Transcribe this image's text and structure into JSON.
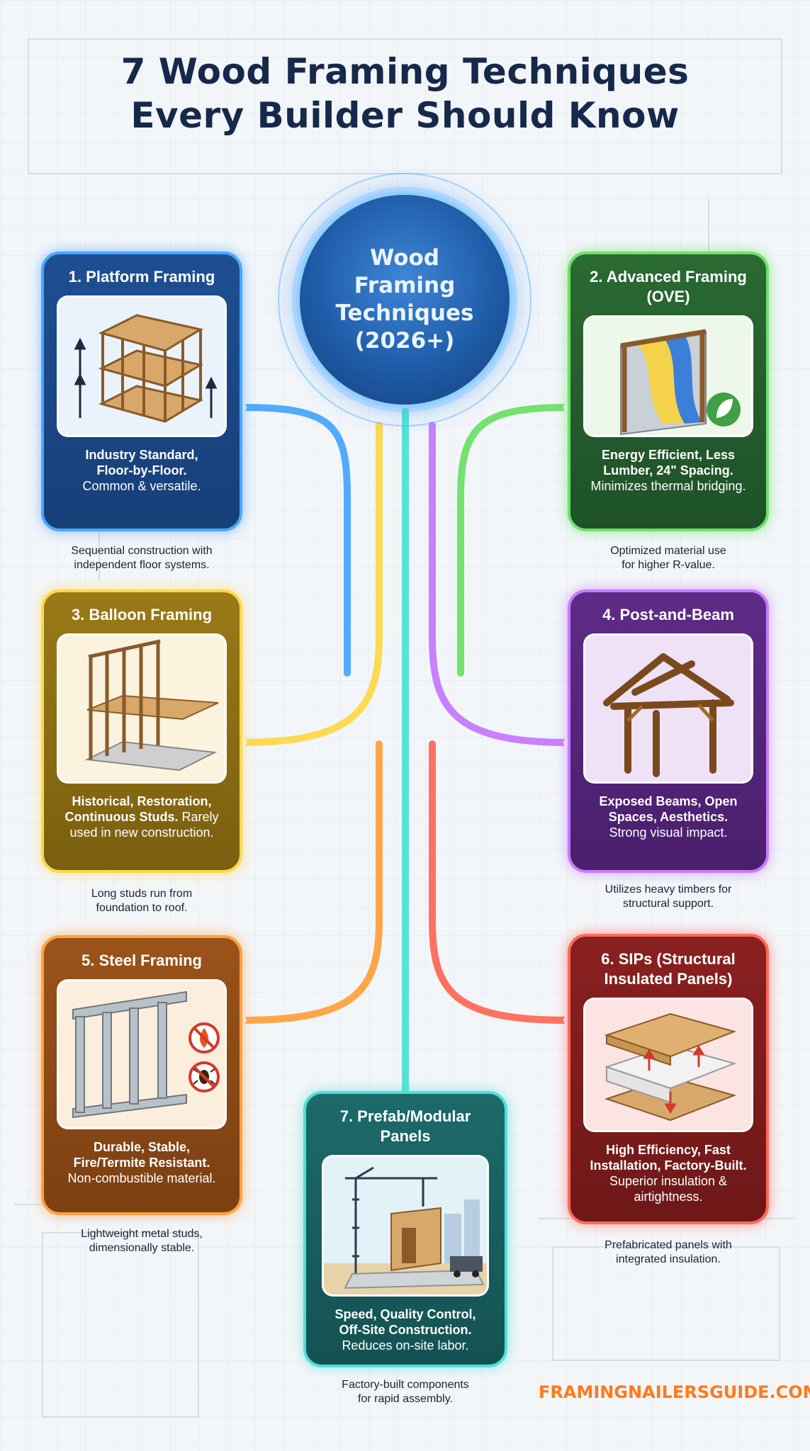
{
  "title": {
    "line1": "7 Wood Framing Techniques",
    "line2": "Every Builder Should Know"
  },
  "hub": {
    "line1": "Wood",
    "line2": "Framing",
    "line3": "Techniques",
    "line4": "(2026+)"
  },
  "colors": {
    "title": "#16294a",
    "platform": "#4aa7ff",
    "advanced": "#6ee06a",
    "balloon": "#ffd84a",
    "post_beam": "#c67bff",
    "steel": "#ffa13f",
    "sips": "#ff6a5a",
    "prefab": "#4fe0d6",
    "brand": "#ff7a1a"
  },
  "cards": {
    "platform": {
      "title": "1. Platform Framing",
      "image_icon": "stacked-floor-frame-icon",
      "body_bold_1": "Industry Standard,",
      "body_bold_2": "Floor-by-Floor.",
      "body_3": "Common & versatile.",
      "caption_1": "Sequential construction with",
      "caption_2": "independent floor systems."
    },
    "advanced": {
      "title_1": "2. Advanced Framing",
      "title_2": "(OVE)",
      "image_icon": "insulated-wall-leaf-icon",
      "body_bold_1": "Energy Efficient, Less",
      "body_bold_2": "Lumber, 24\" Spacing.",
      "body_3": "Minimizes thermal bridging.",
      "caption_1": "Optimized material use",
      "caption_2": "for higher R-value."
    },
    "balloon": {
      "title": "3. Balloon Framing",
      "image_icon": "tall-stud-frame-icon",
      "body_bold_1": "Historical, Restoration,",
      "body_bold_2": "Continuous Studs.",
      "body_2_tail": " Rarely",
      "body_3": "used in new construction.",
      "caption_1": "Long studs run from",
      "caption_2": "foundation to roof."
    },
    "post_beam": {
      "title": "4. Post-and-Beam",
      "image_icon": "timber-frame-icon",
      "body_bold_1": "Exposed Beams, Open",
      "body_bold_2": "Spaces, Aesthetics.",
      "body_3": "Strong visual impact.",
      "caption_1": "Utilizes heavy timbers for",
      "caption_2": "structural support."
    },
    "steel": {
      "title": "5. Steel Framing",
      "image_icon": "steel-stud-frame-icon",
      "badge_1_icon": "no-fire-icon",
      "badge_2_icon": "no-termite-icon",
      "body_bold_1": "Durable, Stable,",
      "body_bold_2": "Fire/Termite Resistant.",
      "body_3": "Non-combustible material.",
      "caption_1": "Lightweight metal studs,",
      "caption_2": "dimensionally stable."
    },
    "sips": {
      "title_1": "6. SIPs (Structural",
      "title_2": "Insulated Panels)",
      "image_icon": "sip-panel-layers-icon",
      "body_bold_1": "High Efficiency, Fast",
      "body_bold_2": "Installation, Factory-Built.",
      "body_3": "Superior insulation &",
      "body_4": "airtightness.",
      "caption_1": "Prefabricated panels with",
      "caption_2": "integrated insulation."
    },
    "prefab": {
      "title": "7. Prefab/Modular Panels",
      "image_icon": "crane-panel-install-icon",
      "body_bold_1": "Speed, Quality Control,",
      "body_bold_2": "Off-Site Construction.",
      "body_3": "Reduces on-site labor.",
      "caption_1": "Factory-built components",
      "caption_2": "for rapid assembly."
    }
  },
  "brand": "FRAMINGNAILERSGUIDE.COM"
}
